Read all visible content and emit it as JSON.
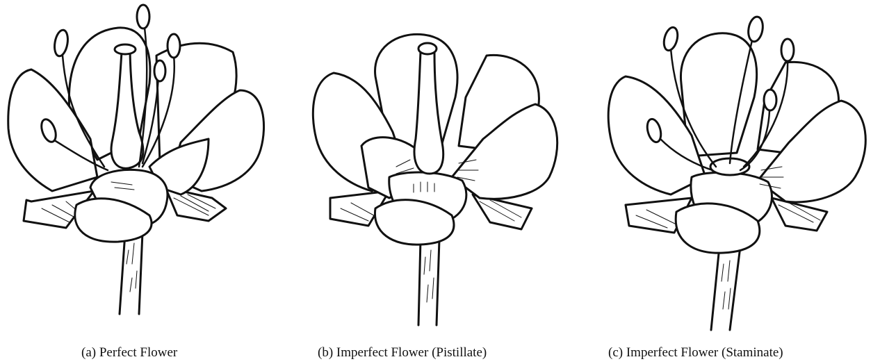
{
  "figure": {
    "panels": [
      {
        "id": "a",
        "caption": "(a) Perfect Flower"
      },
      {
        "id": "b",
        "caption": "(b) Imperfect Flower (Pistillate)"
      },
      {
        "id": "c",
        "caption": "(c) Imperfect Flower (Staminate)"
      }
    ]
  }
}
